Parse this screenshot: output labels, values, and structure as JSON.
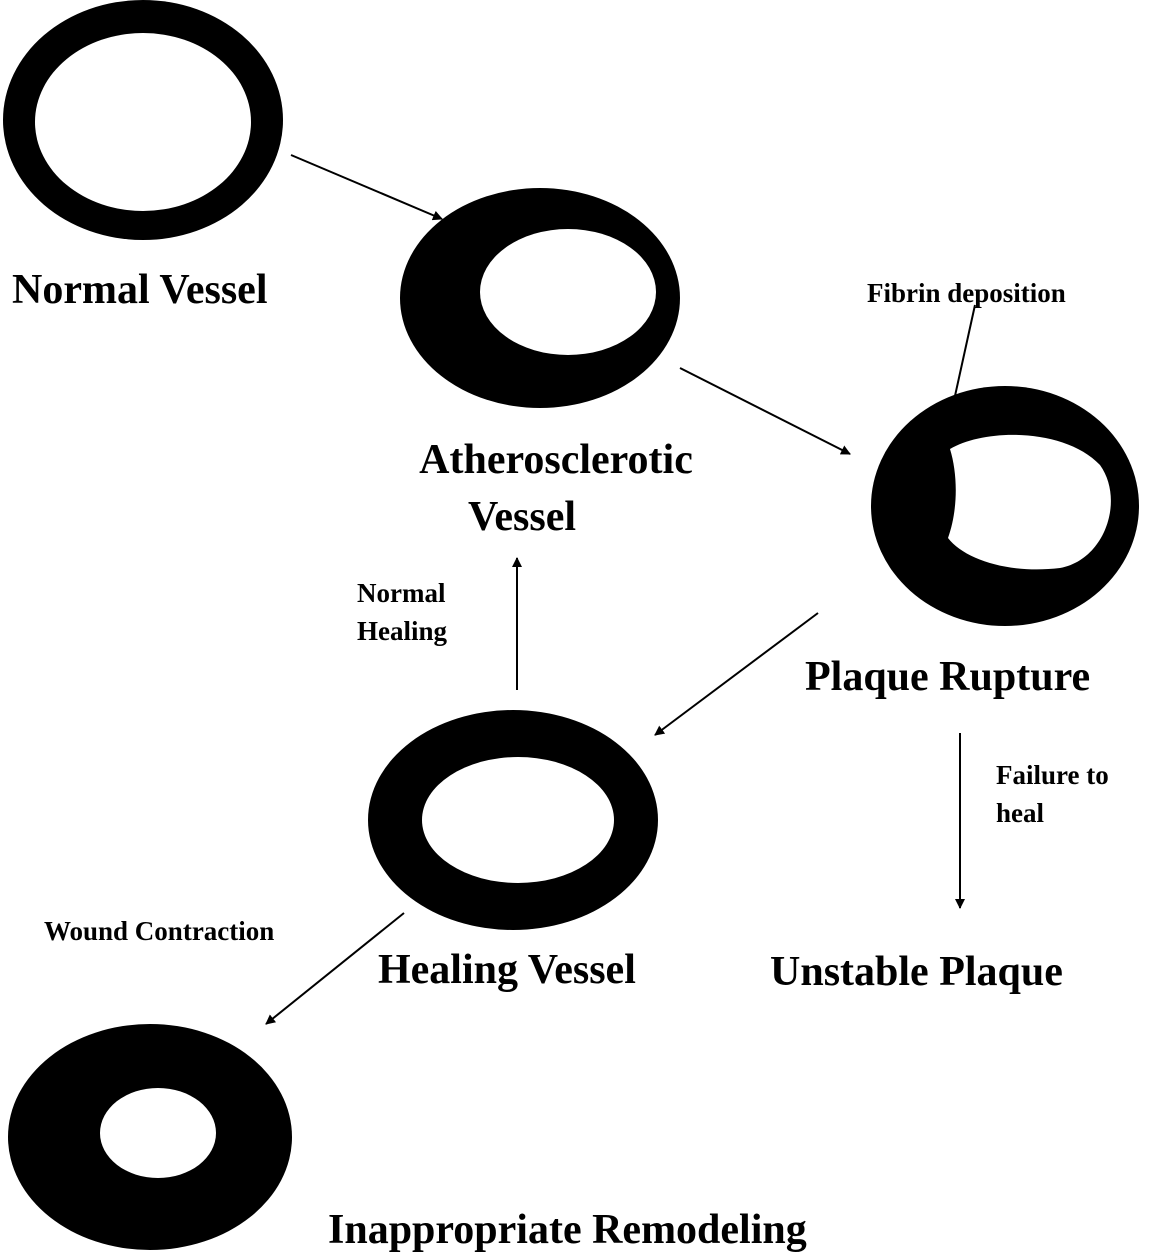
{
  "colors": {
    "ink": "#000000",
    "background": "#ffffff"
  },
  "nodes": {
    "normal": {
      "label": "Normal Vessel"
    },
    "athero": {
      "label_line1": "Atherosclerotic",
      "label_line2": "Vessel"
    },
    "rupture": {
      "label": "Plaque Rupture"
    },
    "healing": {
      "label": "Healing Vessel"
    },
    "unstable": {
      "label": "Unstable Plaque"
    },
    "remodeling": {
      "label": "Inappropriate Remodeling"
    }
  },
  "annotations": {
    "fibrin": "Fibrin deposition",
    "normal_healing_line1": "Normal",
    "normal_healing_line2": "Healing",
    "failure_line1": "Failure to",
    "failure_line2": "heal",
    "wound": "Wound Contraction"
  }
}
